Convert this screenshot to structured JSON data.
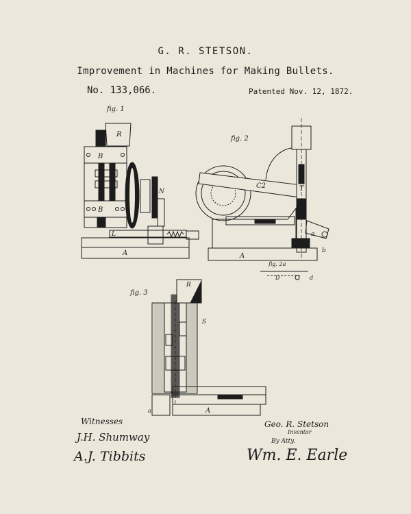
{
  "header": {
    "inventor": "G. R. STETSON.",
    "title": "Improvement in Machines for Making Bullets.",
    "patent_number": "No. 133,066.",
    "patent_date": "Patented Nov. 12, 1872."
  },
  "figures": {
    "fig1": {
      "label": "fig. 1",
      "parts": [
        "R",
        "B",
        "B",
        "A",
        "L",
        "N"
      ]
    },
    "fig2": {
      "label": "fig. 2",
      "parts": [
        "A",
        "C2",
        "T",
        "a",
        "b"
      ]
    },
    "fig2a": {
      "label": "fig. 2a",
      "parts": [
        "D",
        "d"
      ]
    },
    "fig3": {
      "label": "fig. 3",
      "parts": [
        "R",
        "S",
        "a",
        "A"
      ]
    }
  },
  "footer": {
    "witnesses_label": "Witnesses",
    "witness_1": "J.H. Shumway",
    "witness_2": "A.J. Tibbits",
    "inventor_signature": "Geo. R. Stetson",
    "inventor_role": "Inventor",
    "attorney_prefix": "By Atty.",
    "attorney_signature": "Wm. E. Earle"
  }
}
